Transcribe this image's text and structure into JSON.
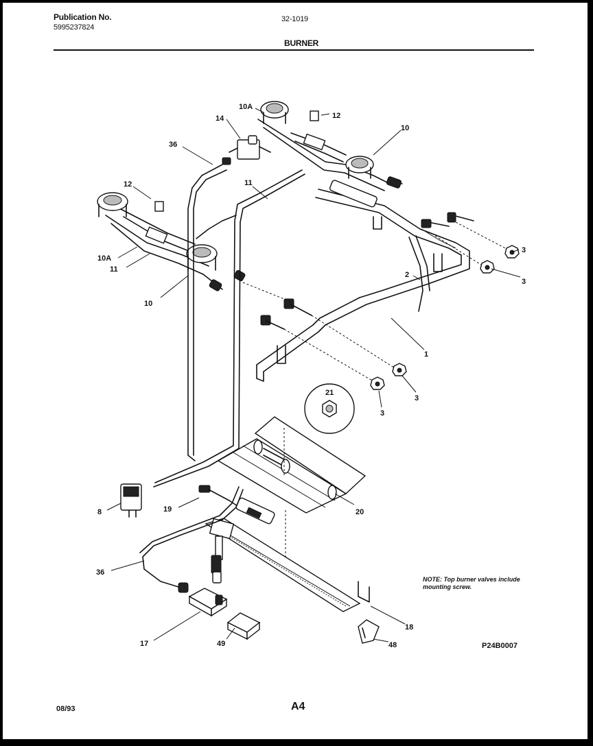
{
  "header": {
    "publication_label": "Publication No.",
    "publication_number": "5995237824",
    "model": "32-1019",
    "section_title": "BURNER"
  },
  "callouts": [
    {
      "id": "c10a_top",
      "text": "10A"
    },
    {
      "id": "c12_top",
      "text": "12"
    },
    {
      "id": "c14",
      "text": "14"
    },
    {
      "id": "c10_top",
      "text": "10"
    },
    {
      "id": "c36_top",
      "text": "36"
    },
    {
      "id": "c11_top",
      "text": "11"
    },
    {
      "id": "c12_left",
      "text": "12"
    },
    {
      "id": "c10a_left",
      "text": "10A"
    },
    {
      "id": "c11_left",
      "text": "11"
    },
    {
      "id": "c10_left",
      "text": "10"
    },
    {
      "id": "c3_a",
      "text": "3"
    },
    {
      "id": "c3_b",
      "text": "3"
    },
    {
      "id": "c2",
      "text": "2"
    },
    {
      "id": "c1",
      "text": "1"
    },
    {
      "id": "c3_c",
      "text": "3"
    },
    {
      "id": "c3_d",
      "text": "3"
    },
    {
      "id": "c21",
      "text": "21"
    },
    {
      "id": "c8",
      "text": "8"
    },
    {
      "id": "c19",
      "text": "19"
    },
    {
      "id": "c20",
      "text": "20"
    },
    {
      "id": "c36_bottom",
      "text": "36"
    },
    {
      "id": "c17",
      "text": "17"
    },
    {
      "id": "c49",
      "text": "49"
    },
    {
      "id": "c18",
      "text": "18"
    },
    {
      "id": "c48",
      "text": "48"
    }
  ],
  "note": "NOTE: Top burner valves include mounting screw.",
  "drawing_code": "P24B0007",
  "footer": {
    "date": "08/93",
    "page": "A4"
  }
}
